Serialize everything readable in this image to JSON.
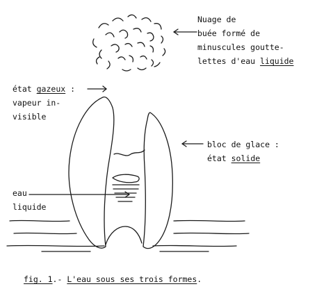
{
  "labels": {
    "cloud": {
      "line1": "Nuage de",
      "line2": "buée formé de",
      "line3": "minuscules goutte-",
      "line4_pre": "lettes d'eau ",
      "line4_u": "liquide"
    },
    "gas": {
      "line1_pre": "état ",
      "line1_u": "gazeux",
      "line1_post": " :",
      "line2": "vapeur in-",
      "line3": "visible"
    },
    "ice": {
      "line1": "bloc de glace :",
      "line2_pre": "état ",
      "line2_u": "solide"
    },
    "water": {
      "line1": "eau",
      "line2": "liquide"
    }
  },
  "caption": {
    "fig": "fig. 1",
    "sep": ".- ",
    "text": "L'eau sous ses trois formes",
    "end": "."
  }
}
